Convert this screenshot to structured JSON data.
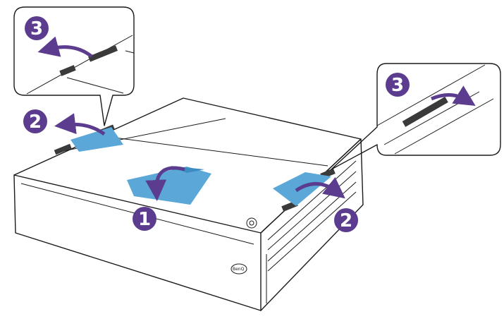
{
  "steps": {
    "step1": "1",
    "step2_left": "2",
    "step2_right": "2",
    "step3_left": "3",
    "step3_right": "3"
  },
  "brand_logo": "BenQ",
  "colors": {
    "accent": "#5b3c8e",
    "tape": "#5aa7d8",
    "line": "#1a1a1a",
    "foot": "#3a3a3a"
  }
}
